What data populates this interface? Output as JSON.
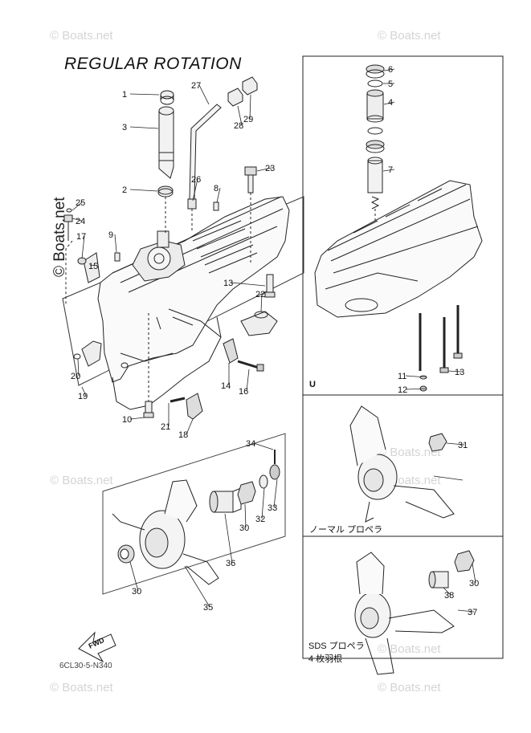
{
  "title": "REGULAR ROTATION",
  "watermark": "© Boats.net",
  "diagram_code": "6CL30-5-N340",
  "fwd_label": "FWD",
  "panels": {
    "u_label": "U",
    "normal_prop_label": "ノーマル プロペラ",
    "sds_label_1": "SDS プロペラ",
    "sds_label_2": "4 枚羽根"
  },
  "callouts": [
    "1",
    "2",
    "3",
    "4",
    "5",
    "6",
    "7",
    "8",
    "9",
    "10",
    "11",
    "12",
    "13",
    "14",
    "15",
    "16",
    "17",
    "18",
    "19",
    "20",
    "21",
    "22",
    "23",
    "24",
    "25",
    "26",
    "27",
    "28",
    "29",
    "30",
    "31",
    "32",
    "33",
    "34",
    "35",
    "36",
    "37",
    "38"
  ]
}
